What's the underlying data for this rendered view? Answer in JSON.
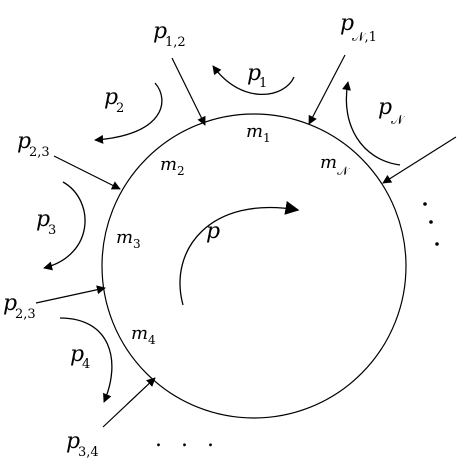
{
  "diagram": {
    "center_label": "p",
    "sectors": [
      {
        "id": "m1",
        "base": "m",
        "sub": "1"
      },
      {
        "id": "m2",
        "base": "m",
        "sub": "2"
      },
      {
        "id": "m3",
        "base": "m",
        "sub": "3"
      },
      {
        "id": "m4",
        "base": "m",
        "sub": "4"
      },
      {
        "id": "mN",
        "base": "m",
        "sub": "𝒩"
      }
    ],
    "outer_pressures": [
      {
        "id": "p1",
        "base": "p",
        "sub": "1"
      },
      {
        "id": "p2",
        "base": "p",
        "sub": "2"
      },
      {
        "id": "p3",
        "base": "p",
        "sub": "3"
      },
      {
        "id": "p4",
        "base": "p",
        "sub": "4"
      },
      {
        "id": "pN",
        "base": "p",
        "sub": "𝒩"
      }
    ],
    "boundary_pressures": [
      {
        "id": "p12",
        "base": "p",
        "sub": "1,2"
      },
      {
        "id": "pN1",
        "base": "p",
        "sub": "𝒩,1"
      },
      {
        "id": "p23a",
        "base": "p",
        "sub": "2,3"
      },
      {
        "id": "p23b",
        "base": "p",
        "sub": "2,3"
      },
      {
        "id": "p34",
        "base": "p",
        "sub": "3,4"
      }
    ],
    "ellipsis": ". . ."
  }
}
